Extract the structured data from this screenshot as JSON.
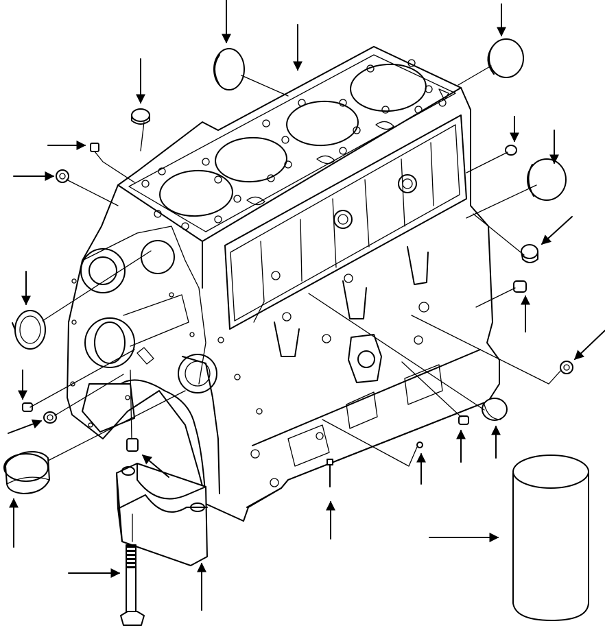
{
  "diagram": {
    "kind": "exploded-parts-view",
    "subject_parts": [
      "cylinder-block",
      "cylinder-liner",
      "main-bearing-cap",
      "cap-bolt",
      "expansion-plug",
      "dowel-pin",
      "drain-plug",
      "bushing",
      "seal-ring"
    ],
    "callout_count": 21,
    "colors": {
      "ink": "#000000",
      "paper": "#ffffff"
    }
  }
}
